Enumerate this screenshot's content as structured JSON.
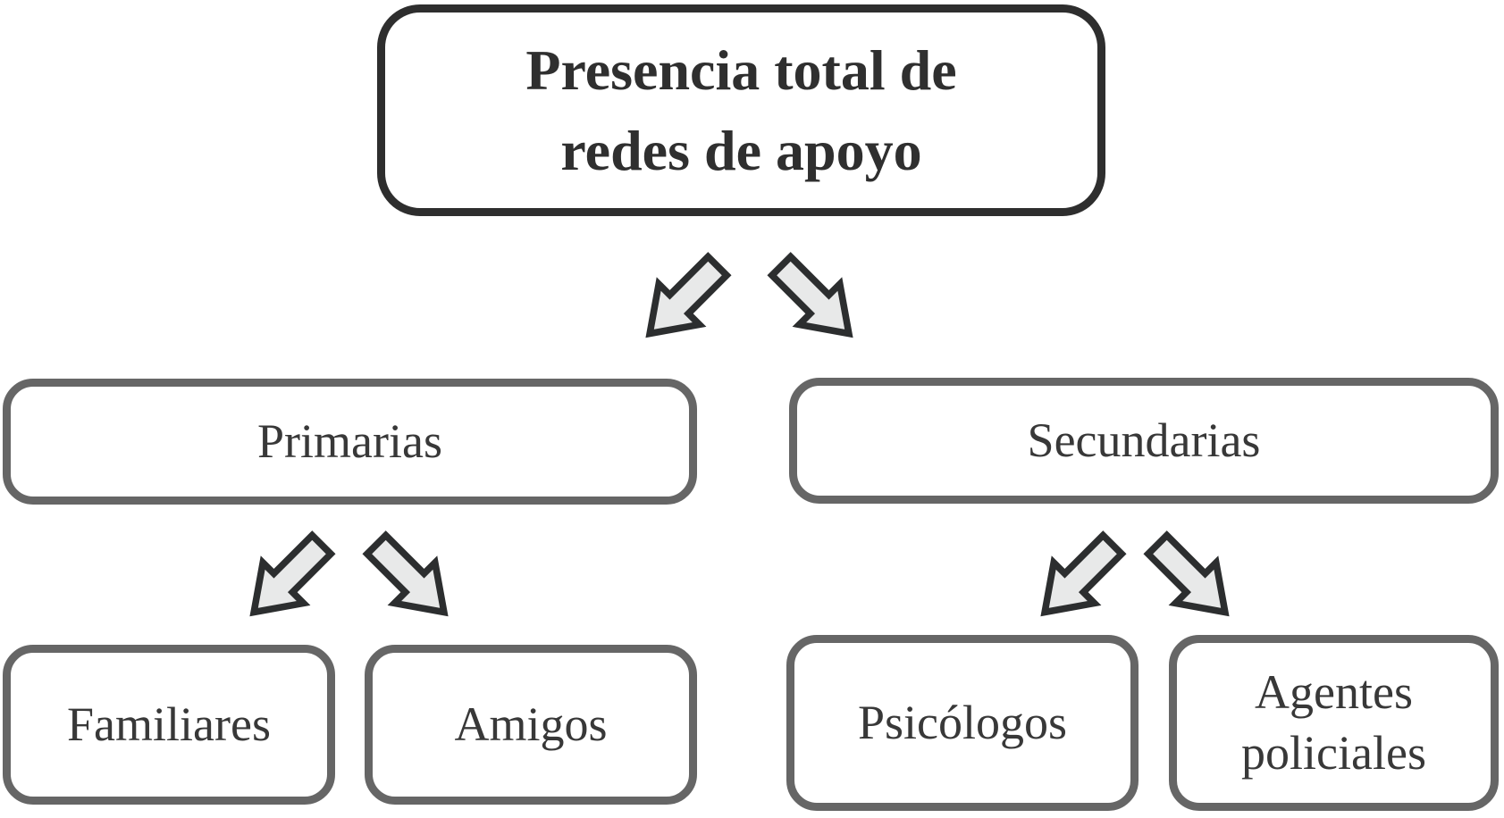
{
  "colors": {
    "background": "#ffffff",
    "root_border": "#2e2e2e",
    "node_border": "#666666",
    "text": "#343434",
    "arrow_fill": "#e8e9e9",
    "arrow_outline": "#2c2e2f"
  },
  "icons": {
    "branch_left": "arrow-down-left-icon",
    "branch_right": "arrow-down-right-icon"
  },
  "diagram": {
    "root": {
      "label": "Presencia total de redes de apoyo",
      "lines": [
        "Presencia total de",
        "redes de apoyo"
      ]
    },
    "level1": [
      {
        "id": "primarias",
        "label": "Primarias"
      },
      {
        "id": "secundarias",
        "label": "Secundarias"
      }
    ],
    "level2": [
      {
        "parent": "primarias",
        "label": "Familiares"
      },
      {
        "parent": "primarias",
        "label": "Amigos"
      },
      {
        "parent": "secundarias",
        "label": "Psicólogos"
      },
      {
        "parent": "secundarias",
        "label": "Agentes policiales",
        "lines": [
          "Agentes",
          "policiales"
        ]
      }
    ]
  }
}
